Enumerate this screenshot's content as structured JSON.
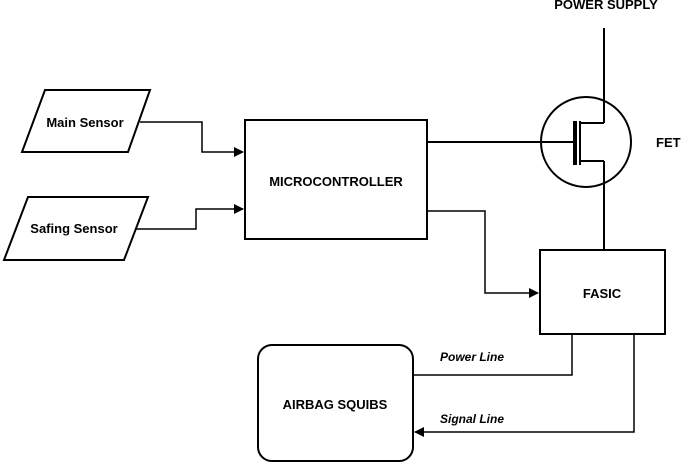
{
  "nodes": {
    "main_sensor": "Main Sensor",
    "safing_sensor": "Safing Sensor",
    "microcontroller": "MICROCONTROLLER",
    "fet": "FET",
    "power_supply": "POWER SUPPLY",
    "fasic": "FASIC",
    "airbag_squibs": "AIRBAG SQUIBS"
  },
  "edges": {
    "power_line": "Power Line",
    "signal_line": "Signal Line"
  },
  "colors": {
    "stroke": "#000000",
    "fill": "#ffffff"
  }
}
